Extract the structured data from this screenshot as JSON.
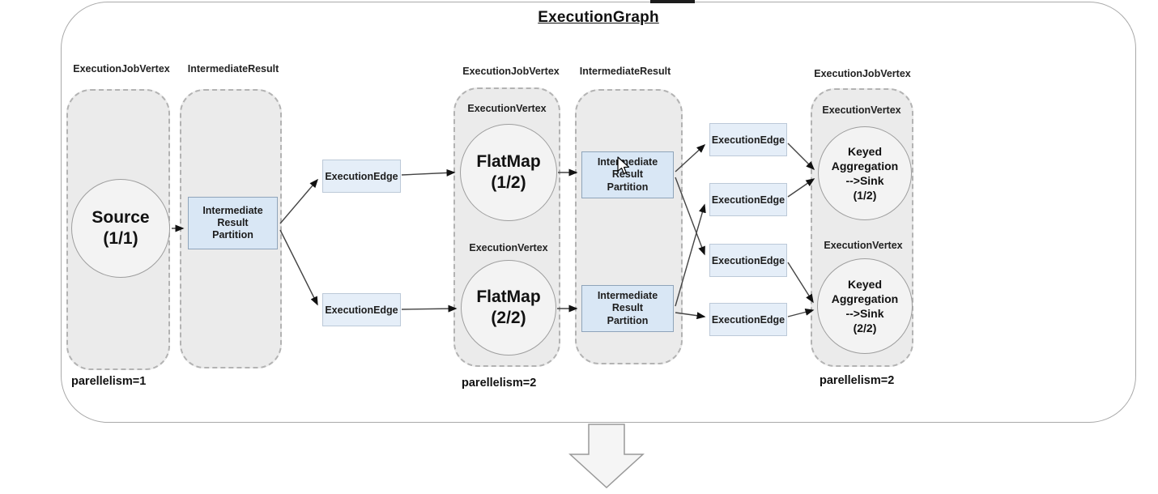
{
  "title": "ExecutionGraph",
  "group_labels": [
    "ExecutionJobVertex",
    "IntermediateResult",
    "ExecutionJobVertex",
    "IntermediateResult",
    "ExecutionJobVertex"
  ],
  "vertex_label": "ExecutionVertex",
  "edge_label": "ExecutionEdge",
  "partition_label": "Intermediate\nResult\nPartition",
  "nodes": {
    "source": "Source\n(1/1)",
    "flatmap_1": "FlatMap\n(1/2)",
    "flatmap_2": "FlatMap\n(2/2)",
    "keyed_agg_1": "Keyed\nAggregation\n-->Sink\n(1/2)",
    "keyed_agg_2": "Keyed\nAggregation\n-->Sink\n(2/2)"
  },
  "parallelism_labels": [
    "parellelism=1",
    "parellelism=2",
    "parellelism=2"
  ],
  "colors": {
    "partition_box_fill": "#d9e7f5",
    "edge_box_fill": "#e5eef8",
    "group_box_fill": "#ebebeb",
    "node_fill": "#f3f3f3",
    "line_color": "#444444"
  }
}
